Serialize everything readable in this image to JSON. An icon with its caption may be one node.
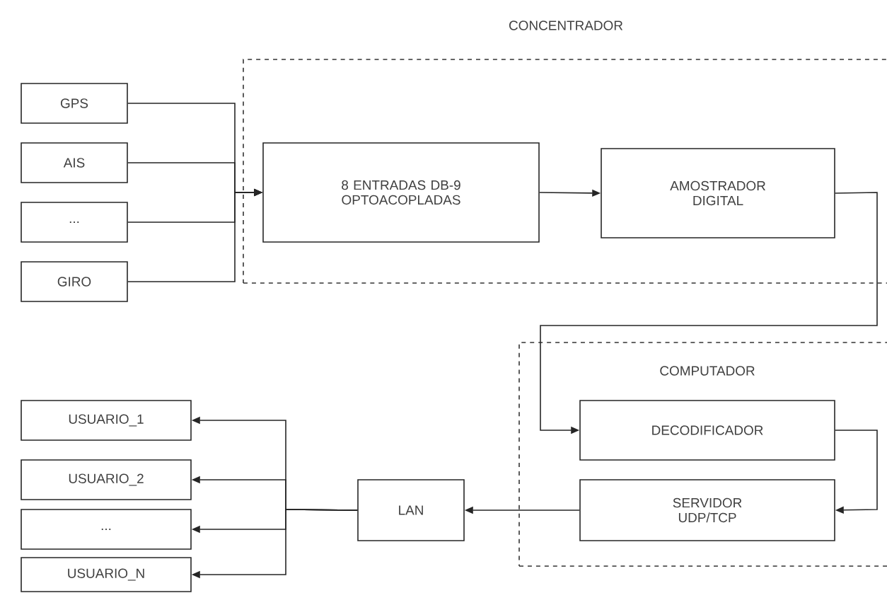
{
  "diagram": {
    "nodes": [
      {
        "text": [
          "GPS"
        ]
      },
      {
        "text": [
          "AIS"
        ]
      },
      {
        "text": [
          "..."
        ]
      },
      {
        "text": [
          "GIRO"
        ]
      },
      {
        "text": [
          "CONCENTRADOR"
        ]
      },
      {
        "text": [
          "8 ENTRADAS DB-9 OPTOACOPLADAS"
        ],
        "in": 4
      },
      {
        "text": [
          "AMOSTRADOR DIGITAL"
        ],
        "in": 4
      },
      {
        "text": [
          "COMPUTADOR"
        ]
      },
      {
        "text": [
          "DECODIFICADOR"
        ],
        "in": 7
      },
      {
        "text": [
          "SERVIDOR UDP/TCP"
        ],
        "in": 7
      },
      {
        "text": [
          "LAN"
        ]
      },
      {
        "text": [
          "USUARIO_1"
        ]
      },
      {
        "text": [
          "USUARIO_2"
        ]
      },
      {
        "text": [
          "..."
        ]
      },
      {
        "text": [
          "USUARIO_N"
        ]
      }
    ],
    "edges": [
      {
        "from": 0,
        "to": 5,
        "arrow": "to"
      },
      {
        "from": 1,
        "to": 5,
        "arrow": "to"
      },
      {
        "from": 2,
        "to": 5,
        "arrow": "to"
      },
      {
        "from": 3,
        "to": 5,
        "arrow": "to"
      },
      {
        "from": 5,
        "to": 6,
        "arrow": "to"
      },
      {
        "from": 6,
        "to": 8,
        "arrow": "to"
      },
      {
        "from": 8,
        "to": 9,
        "arrow": "to"
      },
      {
        "from": 9,
        "to": 10,
        "arrow": "to"
      },
      {
        "from": 10,
        "to": 11,
        "arrow": "to"
      },
      {
        "from": 10,
        "to": 12,
        "arrow": "to"
      },
      {
        "from": 10,
        "to": 13,
        "arrow": "to"
      },
      {
        "from": 10,
        "to": 14,
        "arrow": "to"
      }
    ]
  }
}
